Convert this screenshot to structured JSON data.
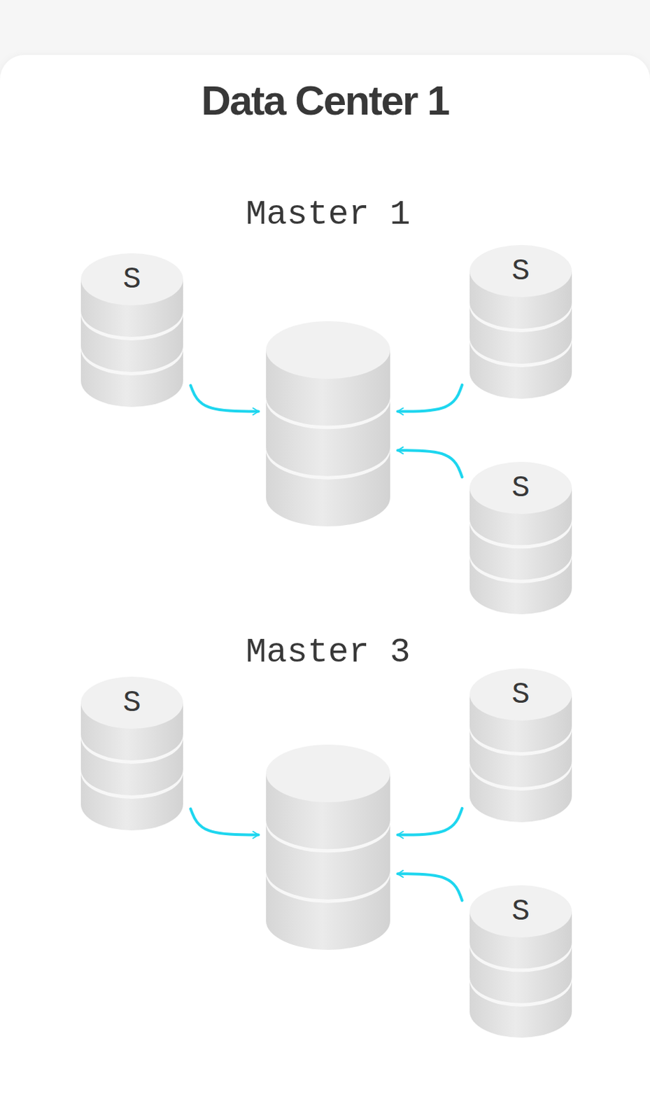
{
  "diagram": {
    "title": "Data Center 1",
    "nodes": [
      {
        "text": [
          "Master 1"
        ]
      },
      {
        "text": [
          "S"
        ]
      },
      {
        "text": [
          "S"
        ]
      },
      {
        "text": [
          "S"
        ]
      },
      {
        "text": [
          "Master 3"
        ]
      },
      {
        "text": [
          "S"
        ]
      },
      {
        "text": [
          "S"
        ]
      },
      {
        "text": [
          "S"
        ]
      }
    ],
    "edges": [
      {
        "from": 1,
        "to": 0,
        "arrow": "to"
      },
      {
        "from": 2,
        "to": 0,
        "arrow": "to"
      },
      {
        "from": 3,
        "to": 0,
        "arrow": "to"
      },
      {
        "from": 5,
        "to": 4,
        "arrow": "to"
      },
      {
        "from": 6,
        "to": 4,
        "arrow": "to"
      },
      {
        "from": 7,
        "to": 4,
        "arrow": "to"
      }
    ]
  }
}
